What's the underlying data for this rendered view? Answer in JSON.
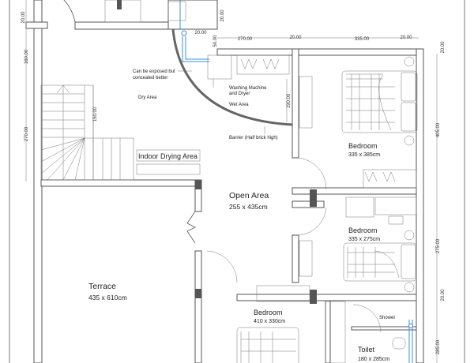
{
  "rooms": {
    "terrace": {
      "name": "Terrace",
      "size": "435 x 610cm"
    },
    "open_area": {
      "name": "Open Area",
      "size": "255 x 435cm"
    },
    "bedroom1": {
      "name": "Bedroom",
      "size": "335 x 385cm"
    },
    "bedroom2": {
      "name": "Bedroom",
      "size": "335 x 275cm"
    },
    "bedroom3": {
      "name": "Bedroom",
      "size": "410 x 330cm"
    },
    "toilet": {
      "name": "Toilet",
      "size": "180 x 285cm"
    },
    "indoor_drying": {
      "name": "Indoor Drying Area"
    }
  },
  "labels": {
    "dry_area": "Dry Area",
    "wet_area": "Wet Area",
    "washing_line1": "Washing Machine",
    "washing_line2": "and Dryer",
    "pipe_note_line1": "Can be exposed but",
    "pipe_note_line2": "concealed better",
    "barrier": "Barrier (Half brick high)",
    "shower": "Shower"
  },
  "dimensions": {
    "top": [
      "270.00",
      "20.00",
      "335.00",
      "20.00"
    ],
    "left": [
      "20.00",
      "160.00",
      "270.00"
    ],
    "stairs": "150.00",
    "wet_wall": "190.00",
    "pipe_gap": "20.00",
    "pipe_depth": "50.00",
    "top_wall_right": "20.00",
    "right": [
      "20.00",
      "405.00",
      "275.00",
      "20.00",
      "285.00"
    ]
  }
}
